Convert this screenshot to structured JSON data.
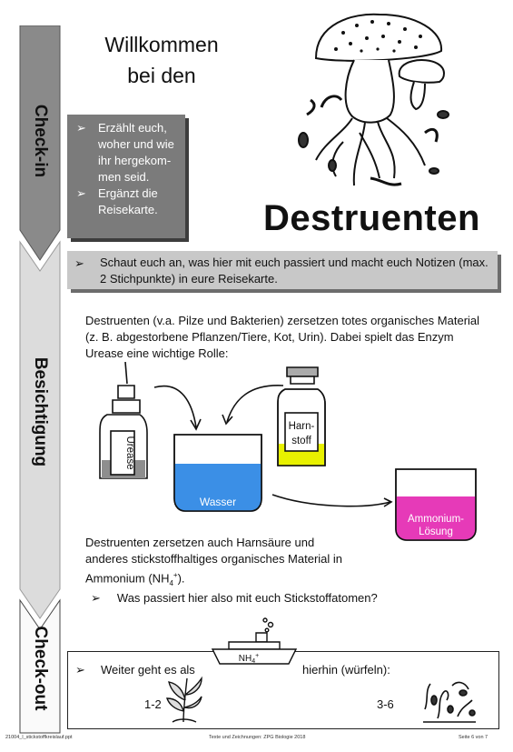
{
  "sidebar": {
    "sections": [
      {
        "label": "Check-in"
      },
      {
        "label": "Besichtigung"
      },
      {
        "label": "Check-out"
      }
    ]
  },
  "header": {
    "welcome_line1": "Willkommen",
    "welcome_line2": "bei den",
    "title": "Destruenten"
  },
  "checkin": {
    "bullets": [
      "Erzählt euch, woher und wie ihr hergekom-men seid.",
      "Ergänzt die Reisekarte."
    ]
  },
  "besichtigung": {
    "instruction": "Schaut euch an, was hier mit euch passiert und macht euch Notizen (max. 2 Stichpunkte) in eure Reisekarte.",
    "intro": "Destruenten (v.a. Pilze und Bakterien) zersetzen totes organisches Material (z. B. abgestorbene Pflanzen/Tiere, Kot, Urin). Dabei spielt das Enzym Urease eine wichtige Rolle:",
    "labels": {
      "urease": "Urease",
      "harnstoff_1": "Harn-",
      "harnstoff_2": "stoff",
      "wasser": "Wasser",
      "ammonium_1": "Ammonium-",
      "ammonium_2": "Lösung"
    },
    "text2_line1": "Destruenten zersetzen auch Harnsäure und",
    "text2_line2": "anderes stickstoffhaltiges organisches Material in",
    "text2_line3": "Ammonium (NH",
    "text2_sub": "4",
    "text2_sup": "+",
    "text2_end": ").",
    "question": "Was passiert hier also mit euch Stickstoffatomen?"
  },
  "checkout": {
    "text_before": "Weiter geht es als",
    "ship_label": "NH",
    "ship_sub": "4",
    "ship_sup": "+",
    "text_after": "hierhin (würfeln):",
    "option_left": "1-2",
    "option_right": "3-6"
  },
  "footer": {
    "left": "21004_l_stickstoffkreislauf.ppt",
    "center": "Texte und Zeichnungen: ZPG Biologie 2018",
    "right": "Seite 6 von 7"
  },
  "colors": {
    "sidebar_gray": "#8a8a8a",
    "water_blue": "#3b8fe6",
    "urea_yellow": "#e8f100",
    "ammonium_pink": "#e63ab8"
  }
}
